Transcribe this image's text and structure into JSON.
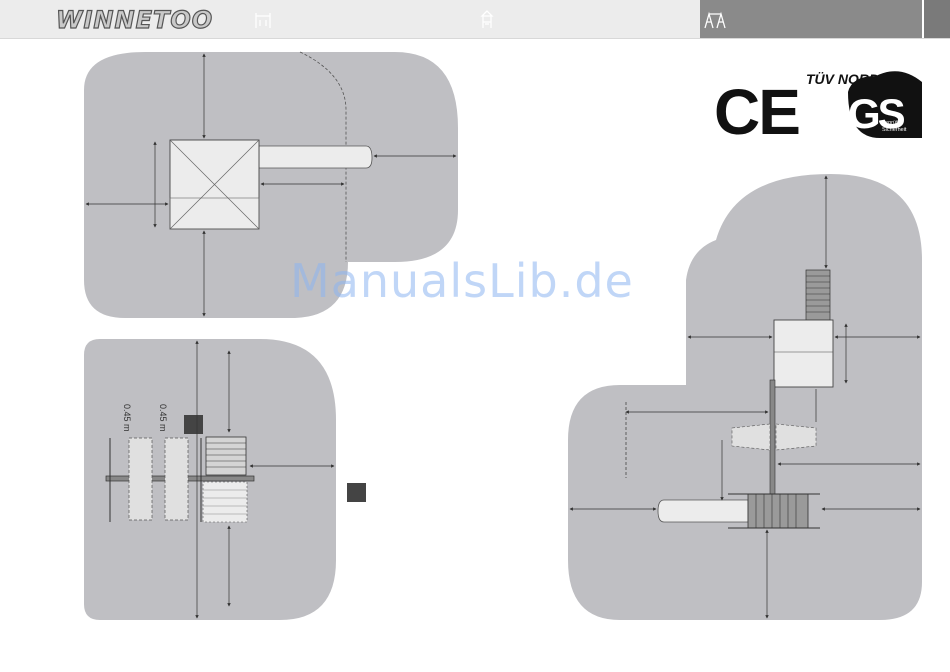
{
  "header": {
    "brand": "WINNETOO",
    "nav_icons": [
      "swing-frame-icon",
      "tower-icon",
      "double-tower-icon"
    ]
  },
  "watermark": "ManualsLib.de",
  "labels": {
    "seat_spacing_1": "0.45 m",
    "seat_spacing_2": "0.45 m"
  },
  "certification": {
    "ce_mark": "CE",
    "tuv_brand": "TÜV NORD",
    "gs_mark": "GS",
    "gs_caption_1": "geprüfte",
    "gs_caption_2": "Sicherheit"
  },
  "colors": {
    "safety_zone": "#bfbfc3",
    "header_bar": "#ececec",
    "header_dark": "#8a8a8a",
    "watermark": "#8cb4f0"
  }
}
